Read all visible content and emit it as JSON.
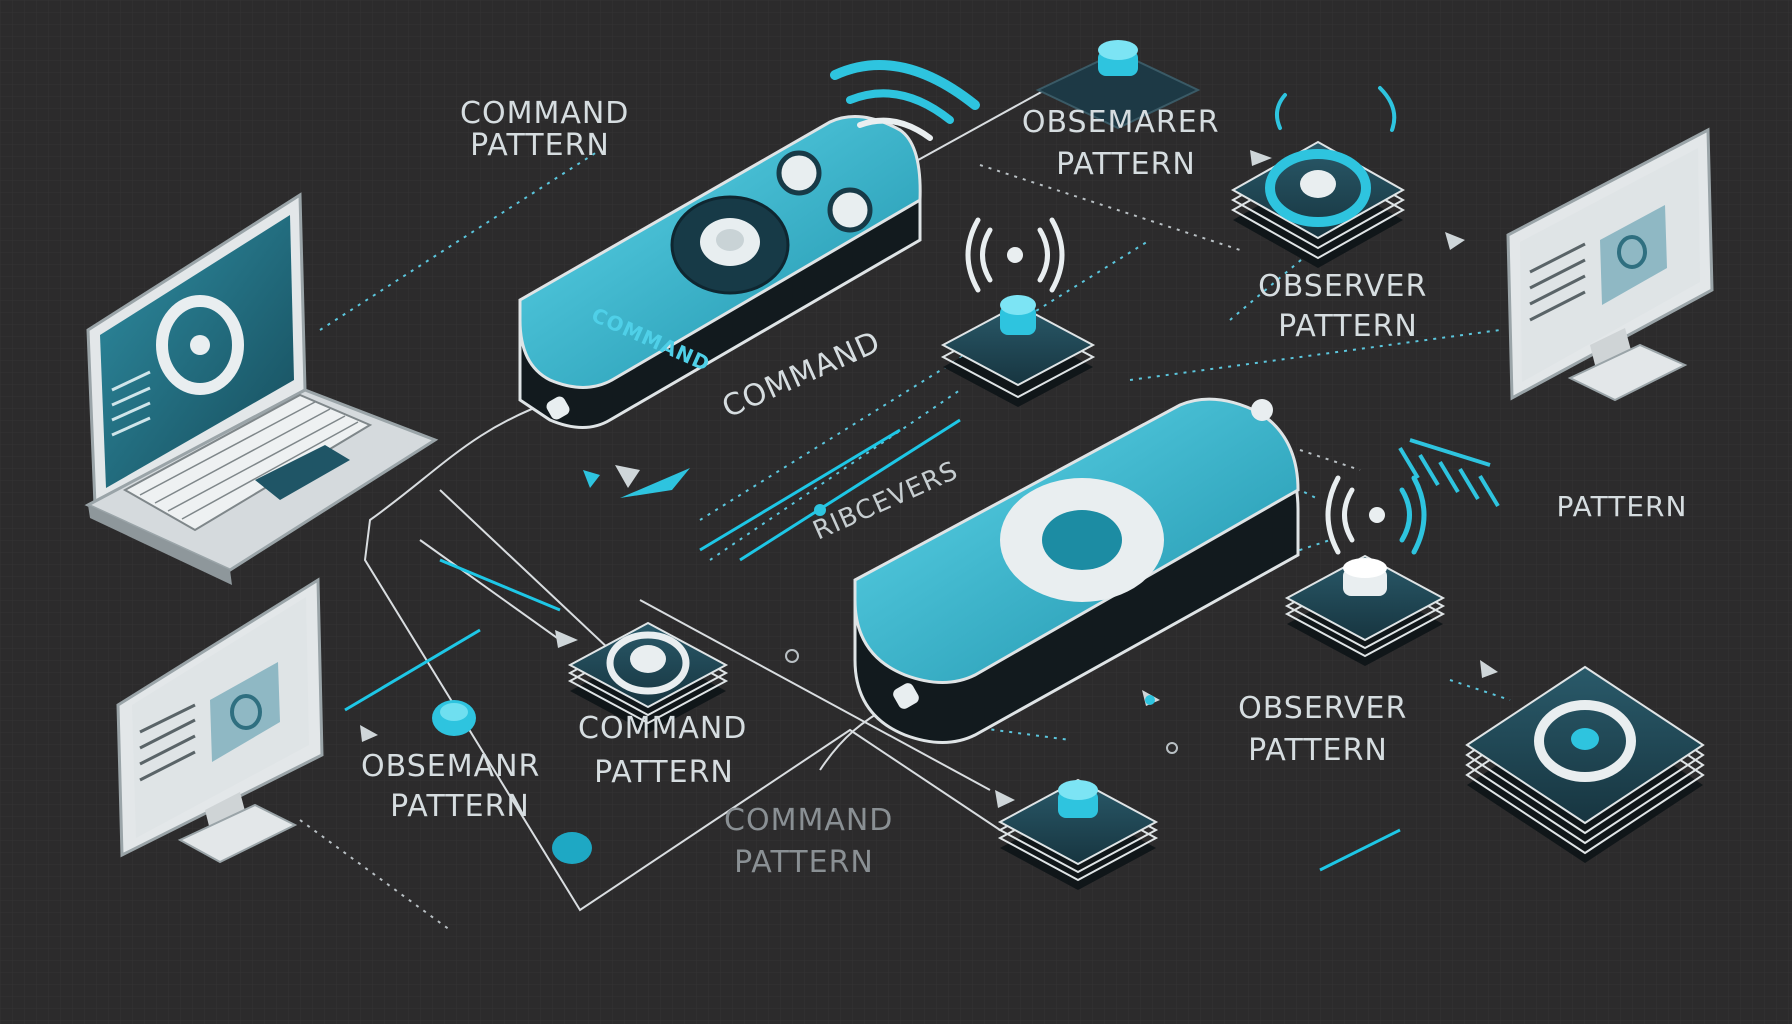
{
  "labels": {
    "command_pattern_top_left": [
      "COMMAND",
      "PATTERN"
    ],
    "observer_pattern_top_misspelled": [
      "OBSEMARER",
      "PATTERN"
    ],
    "observer_pattern_right": [
      "OBSERVER",
      "PATTERN"
    ],
    "remote_top_label": "COMMAND",
    "remote_top_caption": "COMMAND",
    "receivers_label": "RIBCEVERS",
    "pattern_right": "PATTERN",
    "command_pattern_center": [
      "COMMAND",
      "PATTERN"
    ],
    "observer_pattern_left_misspelled": [
      "OBSEMANR",
      "PATTERN"
    ],
    "command_pattern_bottom_dim": [
      "COMMAND",
      "PATTERN"
    ],
    "observer_pattern_bottom_right": [
      "OBSERVER",
      "PATTERN"
    ]
  },
  "colors": {
    "background": "#2c2b2c",
    "accent": "#2ec4df",
    "device_dark": "#1f3c48",
    "line": "#d9dde0"
  },
  "icons": [
    "laptop-icon",
    "monitor-icon",
    "remote-control-icon",
    "button-node-icon",
    "signal-waves-icon",
    "arrow-icon"
  ]
}
